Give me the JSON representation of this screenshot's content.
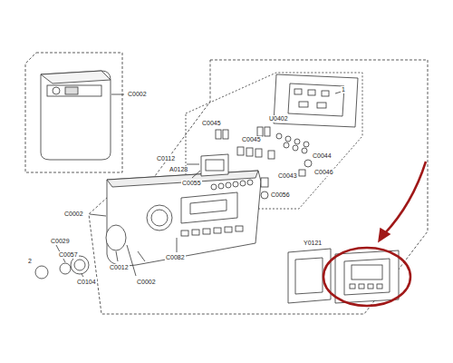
{
  "diagram": {
    "labels": [
      "C0002",
      "1",
      "U0402",
      "C0045",
      "C0045",
      "C0044",
      "C0046",
      "C0112",
      "A0128",
      "C0043",
      "C0055",
      "C0056",
      "C0002",
      "C0029",
      "C0057",
      "2",
      "C0104",
      "C0012",
      "C0082",
      "C0002",
      "Y0121"
    ]
  }
}
